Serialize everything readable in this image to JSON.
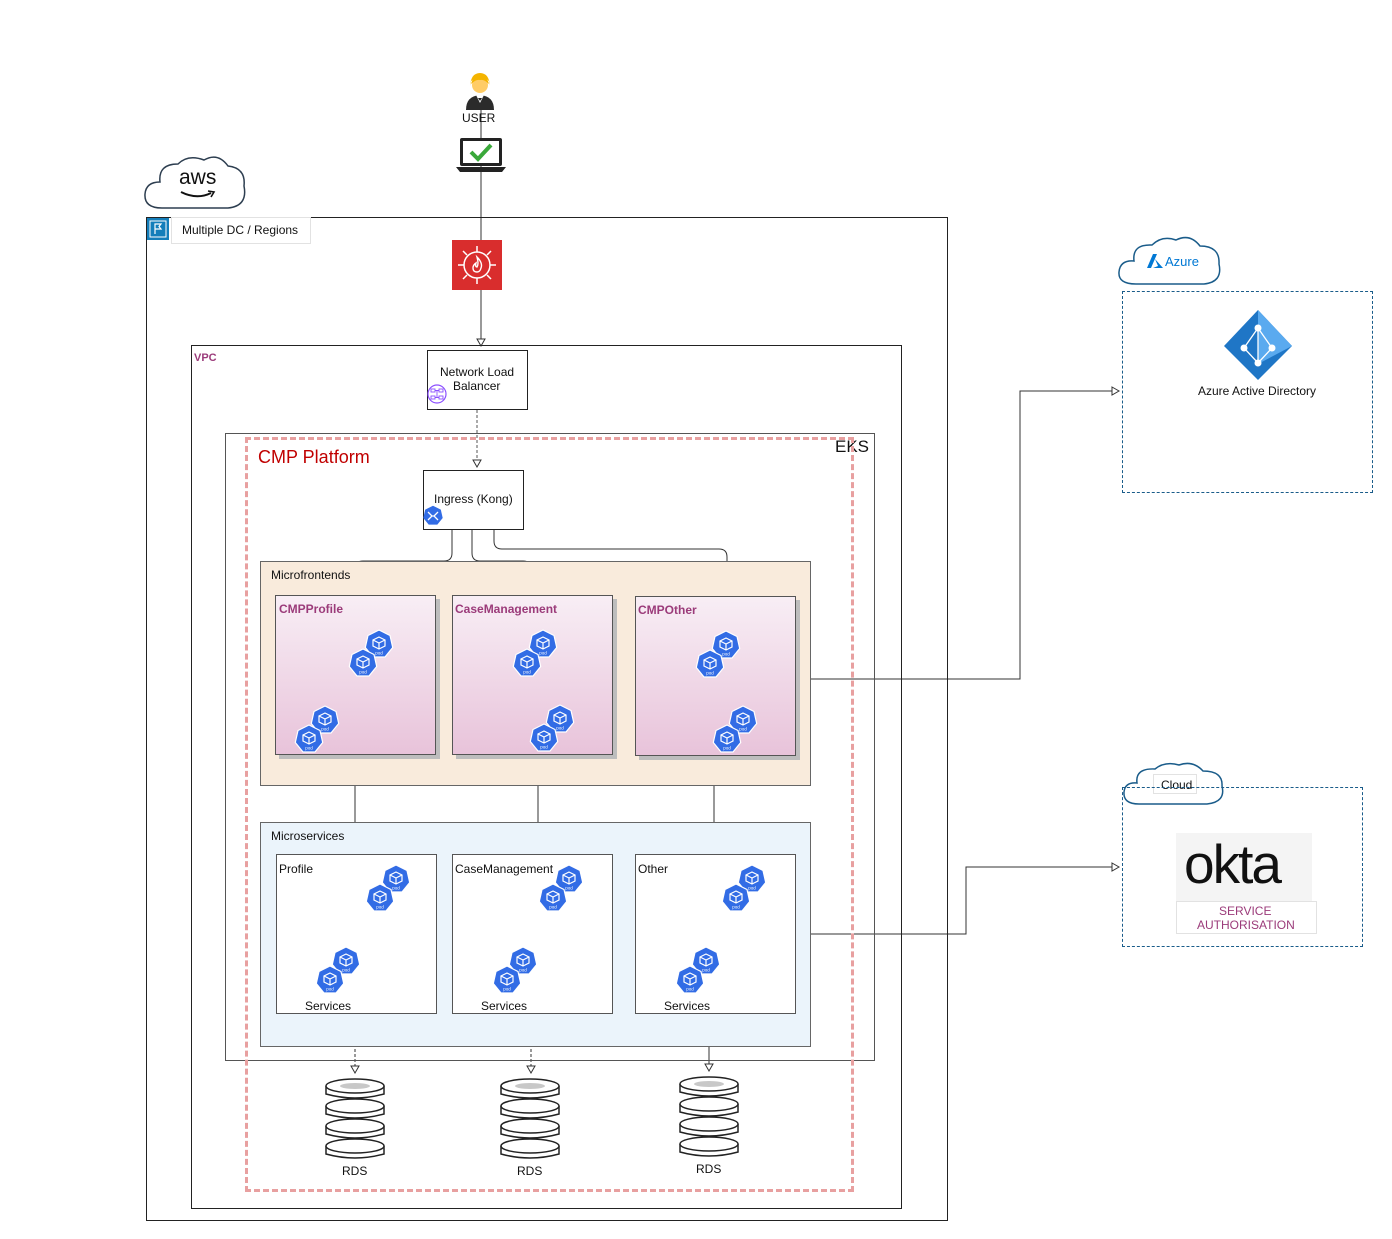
{
  "user": {
    "label": "USER"
  },
  "aws": {
    "logo_text": "aws",
    "region_label": "Multiple DC / Regions"
  },
  "vpc": {
    "label": "VPC"
  },
  "nlb": {
    "label_line1": "Network Load",
    "label_line2": "Balancer"
  },
  "eks": {
    "label": "EKS"
  },
  "platform": {
    "label": "CMP Platform"
  },
  "ingress": {
    "label": "Ingress (Kong)"
  },
  "microfrontends": {
    "label": "Microfrontends",
    "items": [
      {
        "label": "CMPProfile"
      },
      {
        "label": "CaseManagement"
      },
      {
        "label": "CMPOther"
      }
    ]
  },
  "microservices": {
    "label": "Microservices",
    "items": [
      {
        "label": "Profile",
        "sub_label": "Services"
      },
      {
        "label": "CaseManagement",
        "sub_label": "Services"
      },
      {
        "label": "Other",
        "sub_label": "Services"
      }
    ]
  },
  "databases": [
    {
      "label": "RDS"
    },
    {
      "label": "RDS"
    },
    {
      "label": "RDS"
    }
  ],
  "pod_label": "pod",
  "azure": {
    "cloud_label": "Azure",
    "service_label": "Azure Active Directory"
  },
  "external_cloud": {
    "cloud_label": "Cloud",
    "logo_text": "okta",
    "service_line1": "SERVICE",
    "service_line2": "AUTHORISATION"
  },
  "colors": {
    "purple_text": "#9b3b7a",
    "red_text": "#c00000",
    "platform_dash": "#e8a0a0",
    "frontend_bg": "#f9ebdc",
    "services_bg": "#ebf4fb",
    "pod_blue": "#326ce5",
    "firewall_red": "#d92d2d"
  }
}
